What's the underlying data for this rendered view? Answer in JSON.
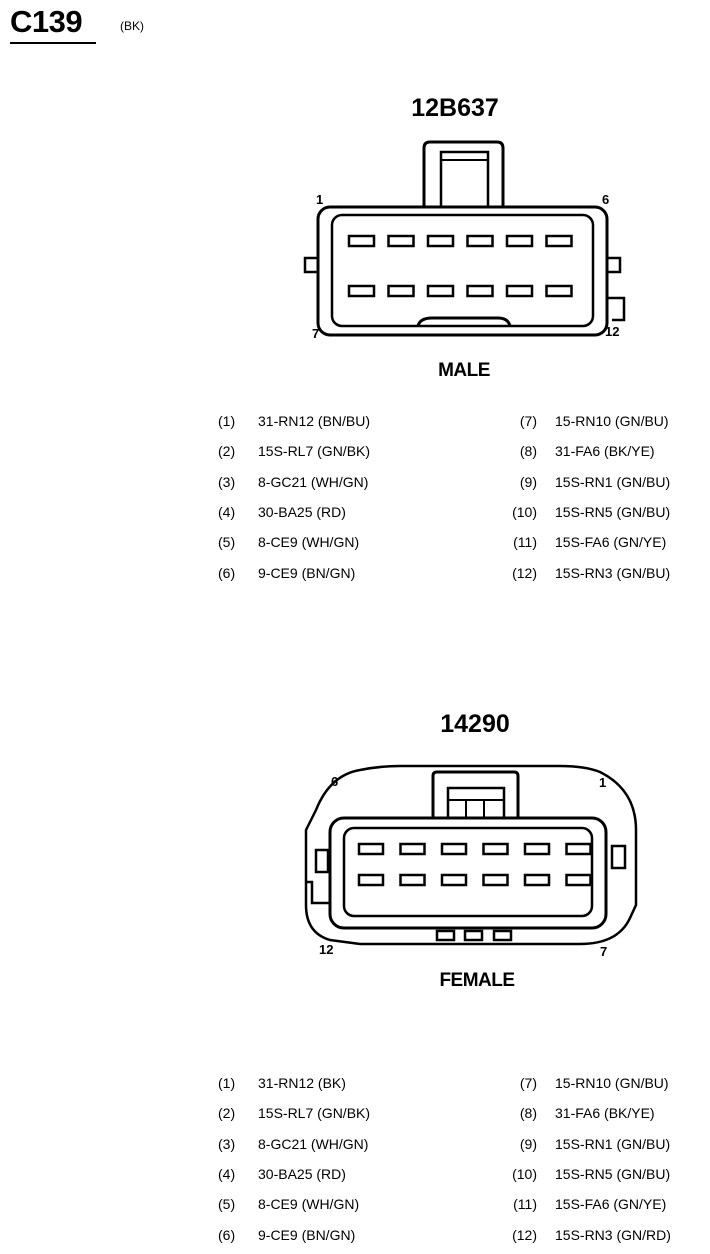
{
  "connector": {
    "id": "C139",
    "color": "(BK)"
  },
  "male": {
    "part_number": "12B637",
    "label": "MALE",
    "corner_pins": {
      "top_left": "1",
      "top_right": "6",
      "bottom_left": "7",
      "bottom_right": "12"
    },
    "pins_left": [
      {
        "num": "(1)",
        "circuit": "31-RN12 (BN/BU)"
      },
      {
        "num": "(2)",
        "circuit": "15S-RL7 (GN/BK)"
      },
      {
        "num": "(3)",
        "circuit": "8-GC21 (WH/GN)"
      },
      {
        "num": "(4)",
        "circuit": "30-BA25 (RD)"
      },
      {
        "num": "(5)",
        "circuit": "8-CE9 (WH/GN)"
      },
      {
        "num": "(6)",
        "circuit": "9-CE9 (BN/GN)"
      }
    ],
    "pins_right": [
      {
        "num": "(7)",
        "circuit": "15-RN10 (GN/BU)"
      },
      {
        "num": "(8)",
        "circuit": "31-FA6 (BK/YE)"
      },
      {
        "num": "(9)",
        "circuit": "15S-RN1 (GN/BU)"
      },
      {
        "num": "(10)",
        "circuit": "15S-RN5 (GN/BU)"
      },
      {
        "num": "(11)",
        "circuit": "15S-FA6 (GN/YE)"
      },
      {
        "num": "(12)",
        "circuit": "15S-RN3 (GN/BU)"
      }
    ]
  },
  "female": {
    "part_number": "14290",
    "label": "FEMALE",
    "corner_pins": {
      "top_left": "6",
      "top_right": "1",
      "bottom_left": "12",
      "bottom_right": "7"
    },
    "pins_left": [
      {
        "num": "(1)",
        "circuit": "31-RN12 (BK)"
      },
      {
        "num": "(2)",
        "circuit": "15S-RL7 (GN/BK)"
      },
      {
        "num": "(3)",
        "circuit": "8-GC21 (WH/GN)"
      },
      {
        "num": "(4)",
        "circuit": "30-BA25 (RD)"
      },
      {
        "num": "(5)",
        "circuit": "8-CE9 (WH/GN)"
      },
      {
        "num": "(6)",
        "circuit": "9-CE9 (BN/GN)"
      }
    ],
    "pins_right": [
      {
        "num": "(7)",
        "circuit": "15-RN10 (GN/BU)"
      },
      {
        "num": "(8)",
        "circuit": "31-FA6 (BK/YE)"
      },
      {
        "num": "(9)",
        "circuit": "15S-RN1 (GN/BU)"
      },
      {
        "num": "(10)",
        "circuit": "15S-RN5 (GN/BU)"
      },
      {
        "num": "(11)",
        "circuit": "15S-FA6 (GN/YE)"
      },
      {
        "num": "(12)",
        "circuit": "15S-RN3 (GN/RD)"
      }
    ]
  }
}
